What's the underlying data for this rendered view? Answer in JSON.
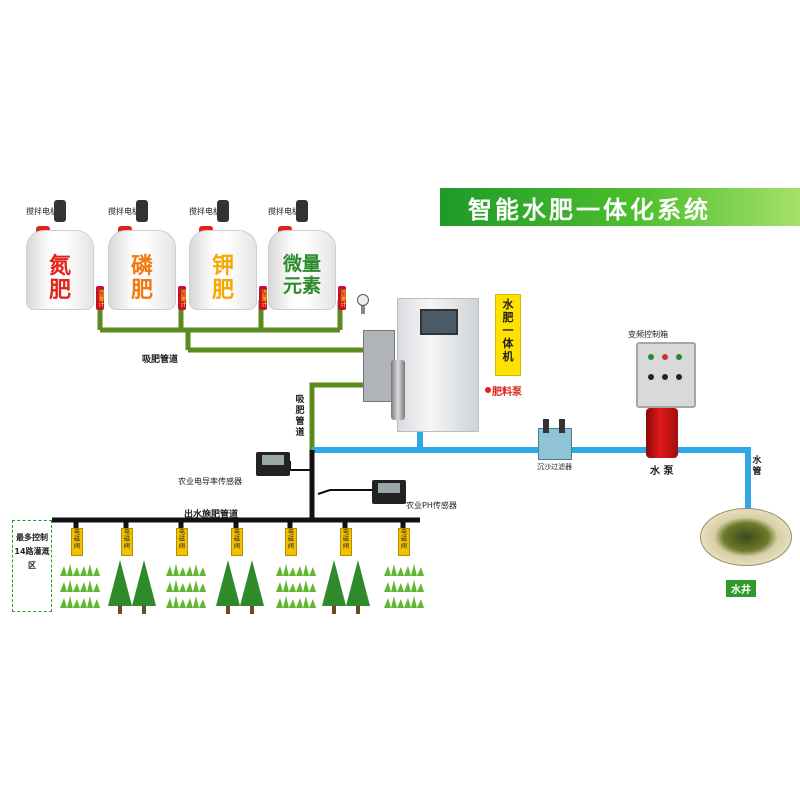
{
  "title": "智能水肥一体化系统",
  "tanks": [
    {
      "label": "氮肥",
      "color": "#e2231a",
      "motor": "搅拌电机",
      "flowmeter": "流量计"
    },
    {
      "label": "磷肥",
      "color": "#f07a10",
      "motor": "搅拌电机",
      "flowmeter": "流量计"
    },
    {
      "label": "钾肥",
      "color": "#f5a800",
      "motor": "搅拌电机",
      "flowmeter": "流量计"
    },
    {
      "label": "微量元素",
      "color": "#2e8b2e",
      "motor": "搅拌电机",
      "flowmeter": "流量计"
    }
  ],
  "labels": {
    "suction_pipe_h": "吸肥管道",
    "suction_pipe_v": "吸肥管道",
    "machine": "水肥一体机",
    "fertilizer_pump": "肥料泵",
    "control_box": "变频控制箱",
    "filter": "沉沙过滤器",
    "water_pump": "水 泵",
    "water_pipe": "水管",
    "well": "水井",
    "ec_sensor": "农业电导率传感器",
    "ph_sensor": "农业PH传感器",
    "outlet_pipe": "出水施肥管道",
    "zone": "最多控制14路灌溉区",
    "valve": "电磁阀"
  },
  "colors": {
    "water": "#2fa9e6",
    "fert_pipe": "#5b8a1f",
    "main_pipe": "#111111",
    "title_green": "#3aa836"
  }
}
